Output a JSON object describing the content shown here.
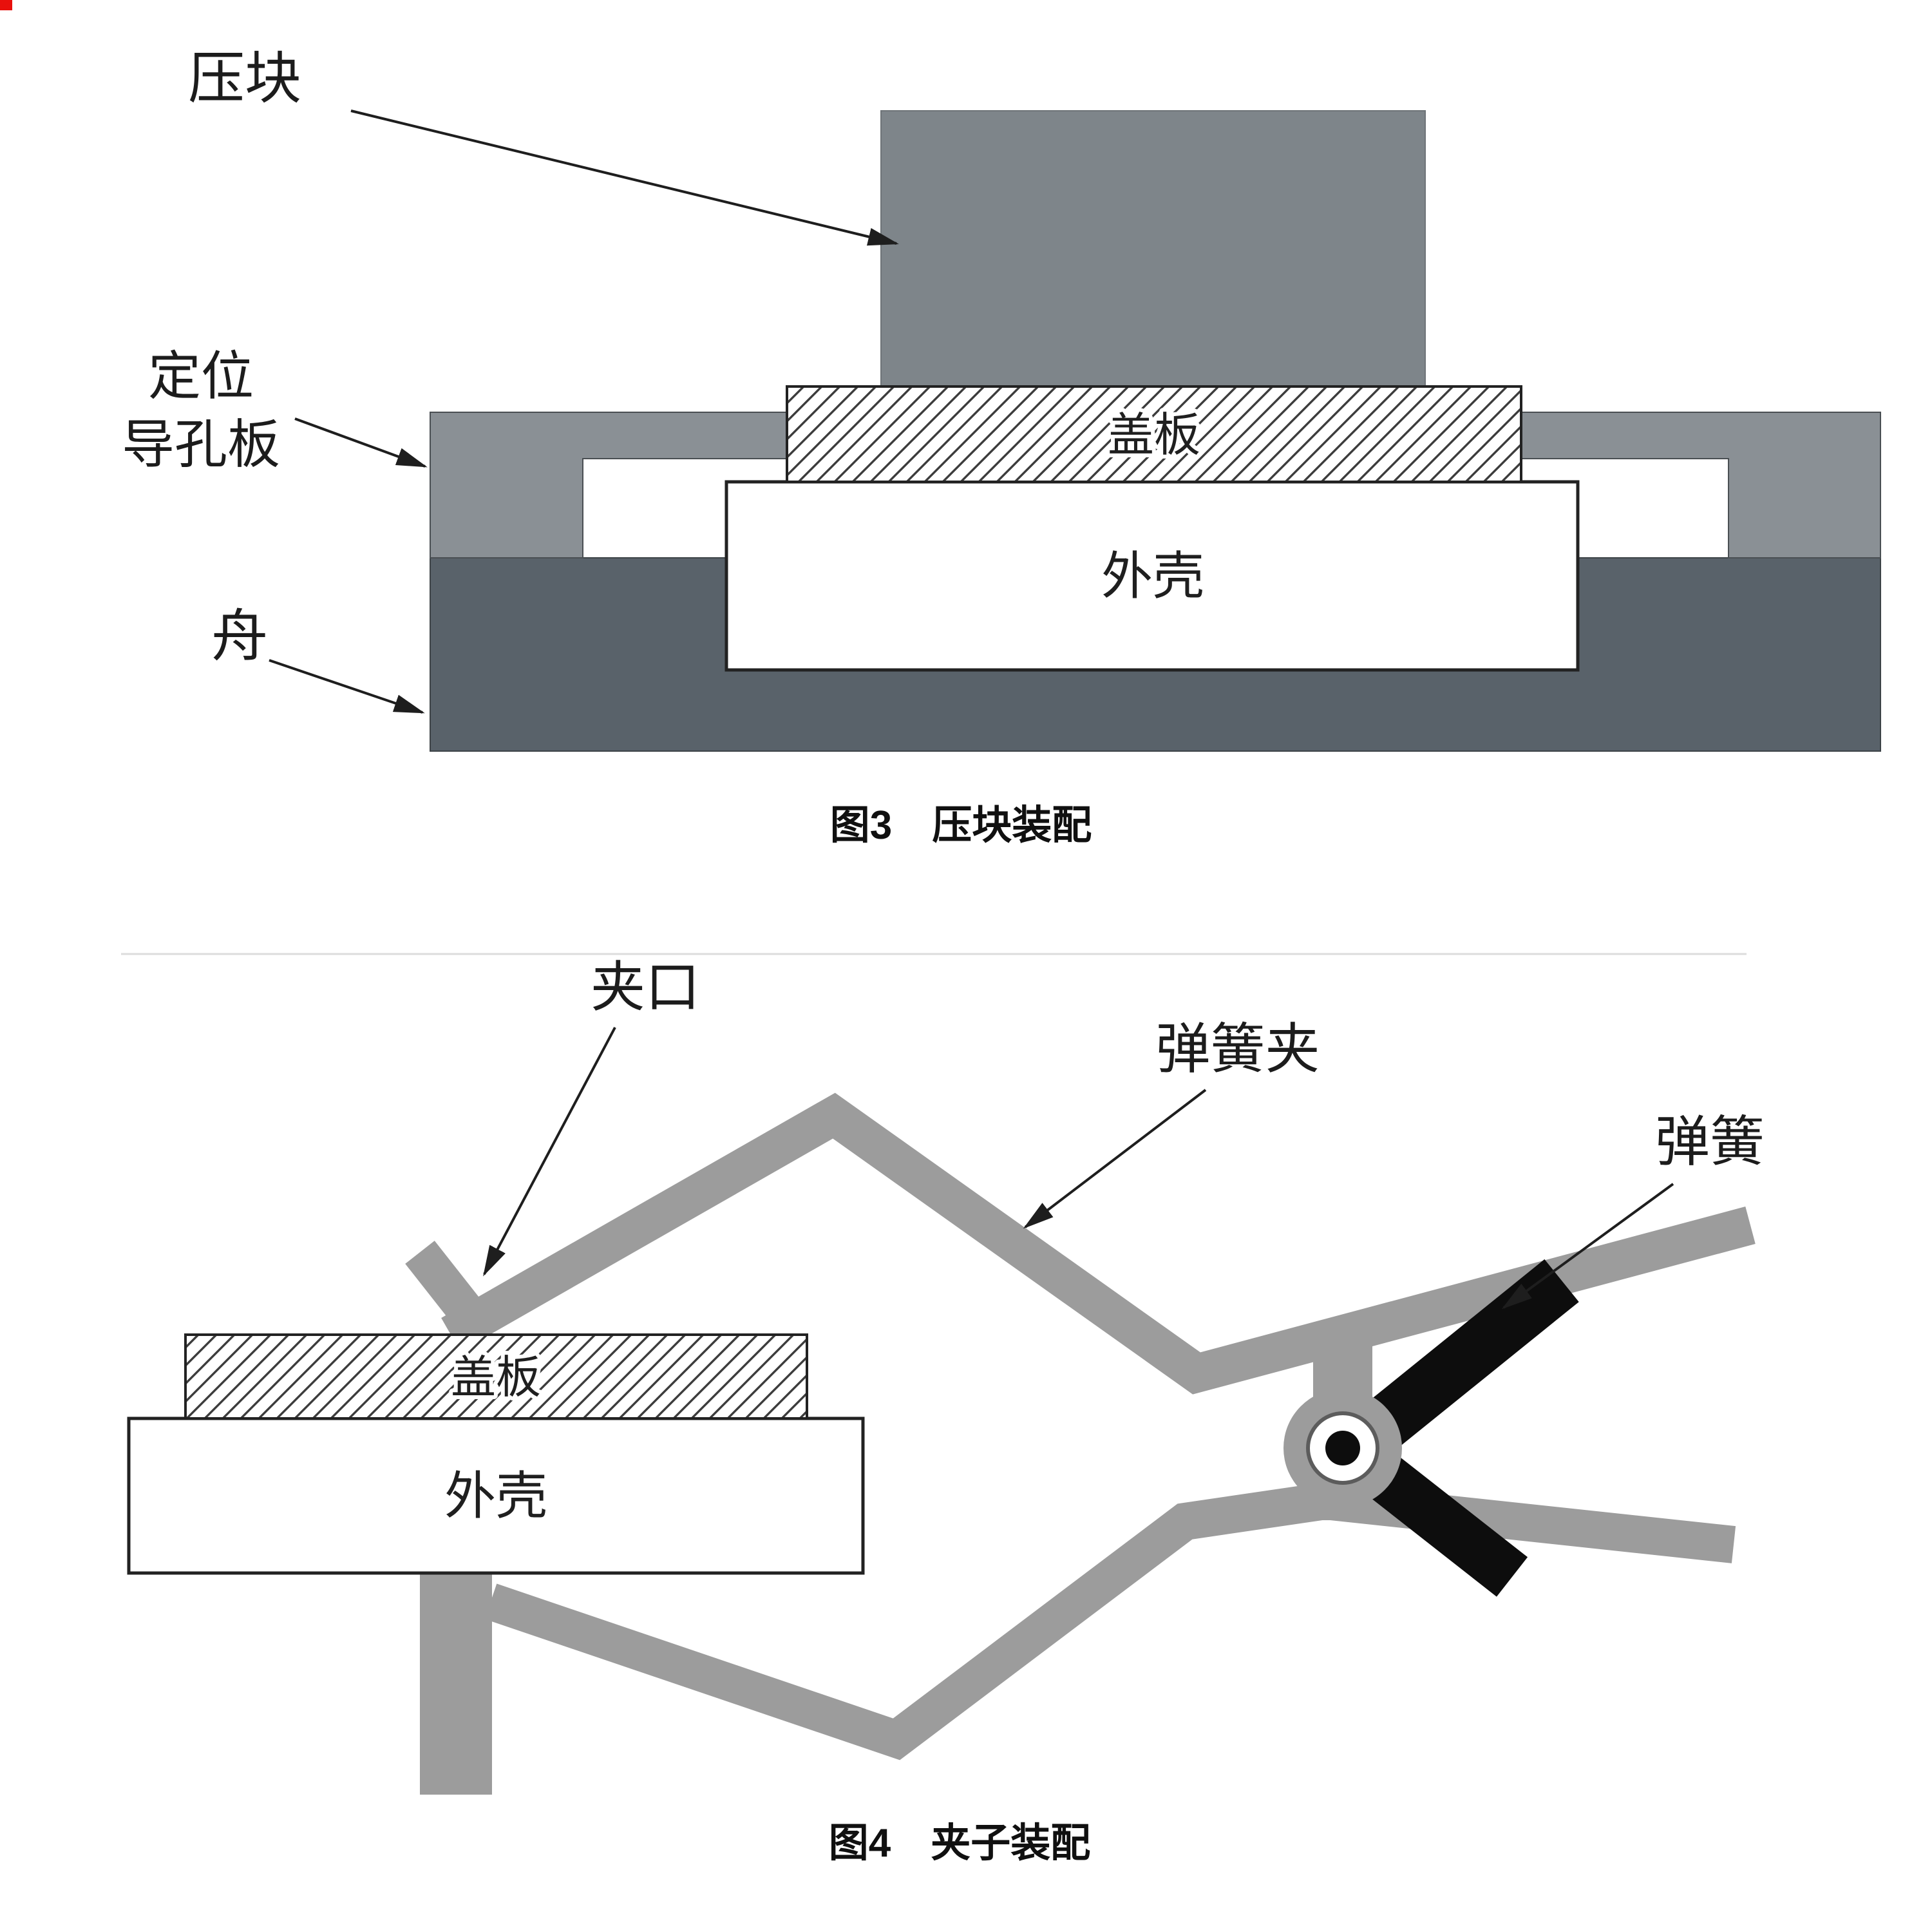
{
  "figure3": {
    "caption": "图3　压块装配",
    "labels": {
      "press_block": "压块",
      "guide_plate_line1": "定位",
      "guide_plate_line2": "导孔板",
      "boat": "舟",
      "cover_plate": "盖板",
      "shell": "外壳"
    }
  },
  "figure4": {
    "caption": "图4　夹子装配",
    "labels": {
      "clip_mouth": "夹口",
      "spring_clip": "弹簧夹",
      "spring": "弹簧",
      "cover_plate": "盖板",
      "shell": "外壳"
    }
  },
  "colors": {
    "press_block": "#7e858a",
    "guide_plate": "#8a9095",
    "boat": "#59626a",
    "clip": "#9c9c9c",
    "spring": "#0d0d0d",
    "corner_mark": "#e8100c"
  }
}
